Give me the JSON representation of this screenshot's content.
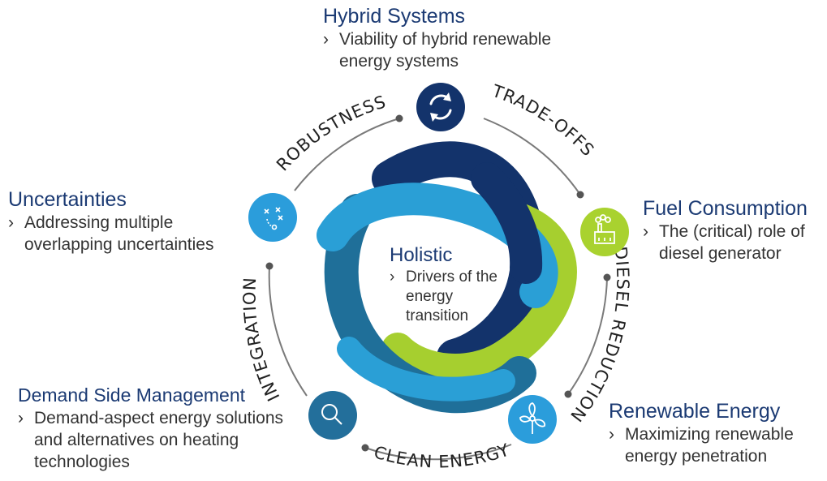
{
  "colors": {
    "navy": "#13336b",
    "blue": "#2a9fd6",
    "teal": "#1f6f99",
    "green": "#a6cf2f",
    "node_light_blue": "#2b9ddb",
    "node_green": "#a9d22f",
    "node_teal": "#236f9b",
    "title_text": "#1b3a73"
  },
  "center": {
    "title": "Holistic",
    "desc": "Drivers of the energy transition"
  },
  "topics": {
    "hybrid": {
      "title": "Hybrid Systems",
      "desc": "Viability of hybrid renewable energy systems",
      "icon": "refresh-icon"
    },
    "fuel": {
      "title": "Fuel Consumption",
      "desc": "The (critical) role of diesel generator",
      "icon": "factory-icon"
    },
    "renewable": {
      "title": "Renewable Energy",
      "desc": "Maximizing renewable energy penetration",
      "icon": "wind-turbine-icon"
    },
    "demand": {
      "title": "Demand Side Management",
      "desc": "Demand-aspect energy solutions and alternatives on heating technologies",
      "icon": "magnifier-icon"
    },
    "uncertainties": {
      "title": "Uncertainties",
      "desc": "Addressing multiple overlapping uncertainties",
      "icon": "strategy-icon"
    }
  },
  "arc_labels": {
    "robustness": "ROBUSTNESS",
    "tradeoffs": "TRADE-OFFS",
    "diesel": "DIESEL REDUCTION",
    "clean": "CLEAN ENERGY",
    "integration": "INTEGRATION"
  },
  "bullet": "›"
}
